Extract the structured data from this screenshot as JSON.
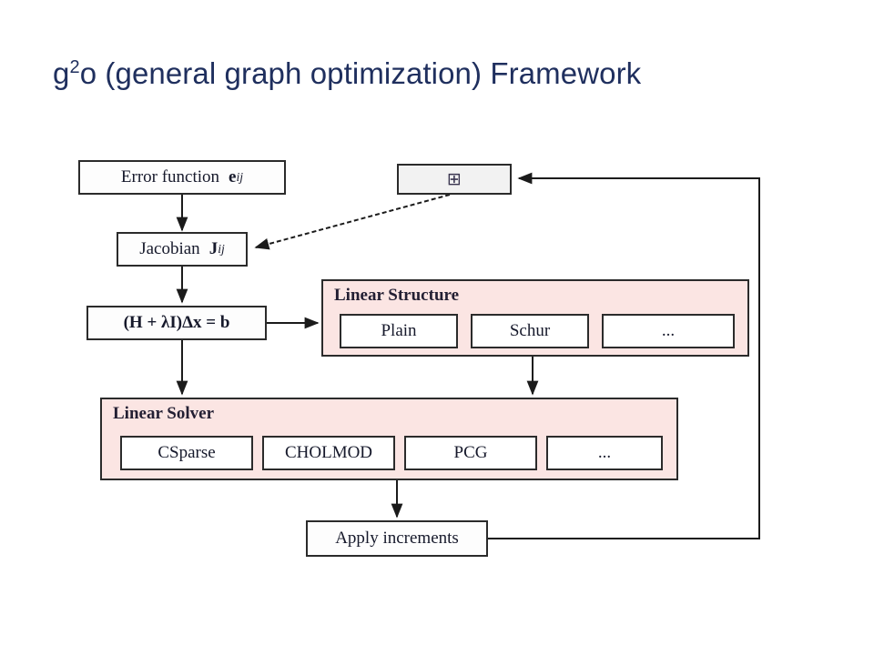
{
  "slide": {
    "title_prefix": "g",
    "title_sup": "2",
    "title_rest": "o (general graph optimization) Framework",
    "title_color": "#1f2f5e",
    "background": "#ffffff"
  },
  "diagram": {
    "accent_pink": "#fbe5e3",
    "node_border": "#2b2b2b",
    "gray_fill": "#f2f2f2",
    "nodes": {
      "error_function": {
        "label": "Error function",
        "symbol": "e",
        "subscript": "ij"
      },
      "jacobian": {
        "label": "Jacobian",
        "symbol": "J",
        "subscript": "ij"
      },
      "boxplus": {
        "label": "⊞",
        "icon": "boxplus-operator"
      },
      "normal_equation": {
        "label": "(H + λI)Δx = b",
        "lhs_open": "(",
        "h_term": "H",
        "plus": "+",
        "lambda_term": "λI",
        "lhs_close": ")",
        "delta_x": "Δx",
        "equals": "=",
        "rhs": "b"
      },
      "apply_increments": {
        "label": "Apply increments"
      }
    },
    "groups": [
      {
        "id": "linear-structure",
        "title": "Linear Structure",
        "items": [
          {
            "label": "Plain"
          },
          {
            "label": "Schur"
          },
          {
            "label": "..."
          }
        ]
      },
      {
        "id": "linear-solver",
        "title": "Linear Solver",
        "items": [
          {
            "label": "CSparse"
          },
          {
            "label": "CHOLMOD"
          },
          {
            "label": "PCG"
          },
          {
            "label": "..."
          }
        ]
      }
    ],
    "edges": [
      {
        "from": "error_function",
        "to": "jacobian",
        "style": "solid"
      },
      {
        "from": "jacobian",
        "to": "normal_equation",
        "style": "solid"
      },
      {
        "from": "boxplus",
        "to": "jacobian",
        "style": "dashed"
      },
      {
        "from": "normal_equation",
        "to": "linear-structure",
        "style": "solid"
      },
      {
        "from": "normal_equation",
        "to": "linear-solver",
        "style": "solid"
      },
      {
        "from": "linear-structure",
        "to": "linear-solver",
        "style": "solid"
      },
      {
        "from": "linear-solver",
        "to": "apply_increments",
        "style": "solid"
      },
      {
        "from": "apply_increments",
        "to": "boxplus",
        "style": "solid"
      }
    ]
  }
}
